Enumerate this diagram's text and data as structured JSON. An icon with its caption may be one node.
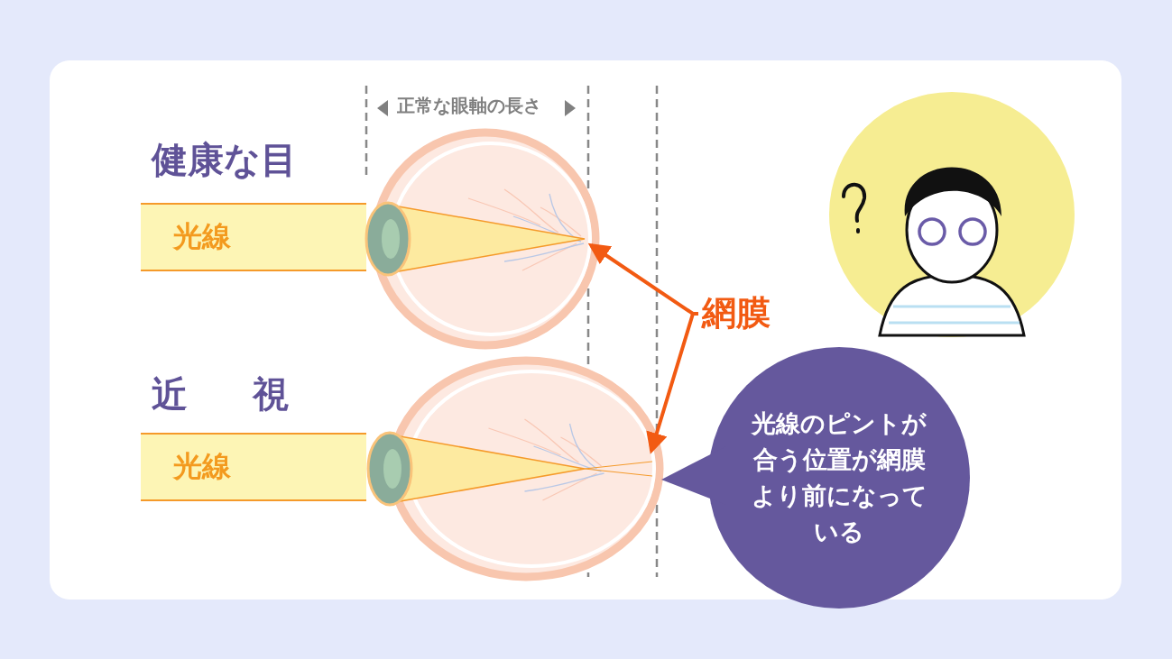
{
  "diagram": {
    "nodes": [
      {
        "text": [],
        "shape": "picture"
      },
      {
        "text": [
          "光線"
        ]
      },
      {
        "text": [
          "網膜"
        ]
      },
      {
        "text": [],
        "shape": "picture"
      },
      {
        "text": [
          "光線"
        ]
      },
      {
        "text": [
          "光線のピントが合う位置が網膜より前になっている"
        ]
      }
    ],
    "edges": [
      {
        "from": 2,
        "to": 0,
        "arrow": "to"
      },
      {
        "from": 2,
        "to": 3,
        "arrow": "to"
      }
    ],
    "labels": [
      "正常な眼軸の長さ",
      "健康な目",
      "近視"
    ]
  }
}
